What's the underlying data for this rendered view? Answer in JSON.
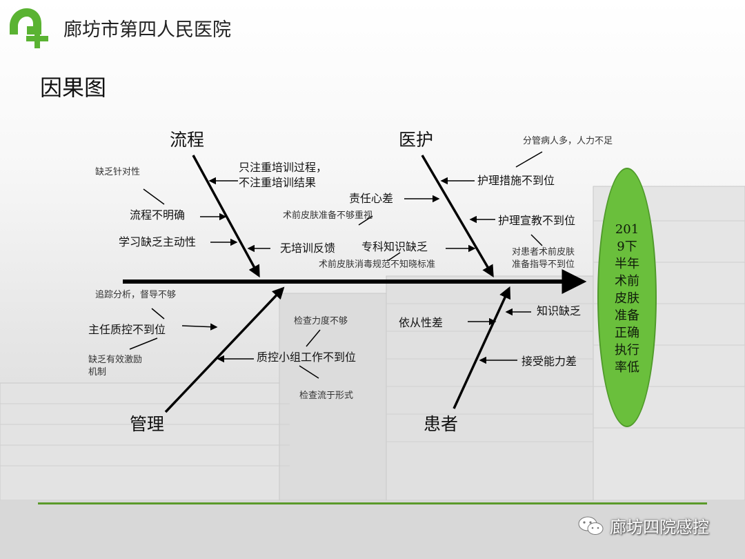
{
  "header": {
    "hospital_name": "廊坊市第四人民医院",
    "page_title": "因果图"
  },
  "diagram": {
    "type": "fishbone",
    "result": "2019下半年术前皮肤准备正确执行率低",
    "categories": {
      "process": "流程",
      "nursing": "医护",
      "management": "管理",
      "patient": "患者"
    },
    "process_causes": [
      "只注重培训过程，",
      "不注重培训结果",
      "缺乏针对性",
      "流程不明确",
      "学习缺乏主动性",
      "无培训反馈"
    ],
    "nursing_causes": [
      "分管病人多，人力不足",
      "护理措施不到位",
      "责任心差",
      "术前皮肤准备不够重视",
      "护理宣教不到位",
      "专科知识缺乏",
      "对患者术前皮肤",
      "准备指导不到位",
      "术前皮肤消毒规范不知晓标准"
    ],
    "management_causes": [
      "追踪分析，督导不够",
      "主任质控不到位",
      "缺乏有效激励",
      "机制",
      "检查力度不够",
      "质控小组工作不到位",
      "检查流于形式"
    ],
    "patient_causes": [
      "知识缺乏",
      "依从性差",
      "接受能力差"
    ]
  },
  "footer": {
    "wechat_account": "廊坊四院感控"
  },
  "colors": {
    "brand_green": "#5ab332",
    "result_fill": "#6abf3c",
    "arrow": "#000000"
  }
}
